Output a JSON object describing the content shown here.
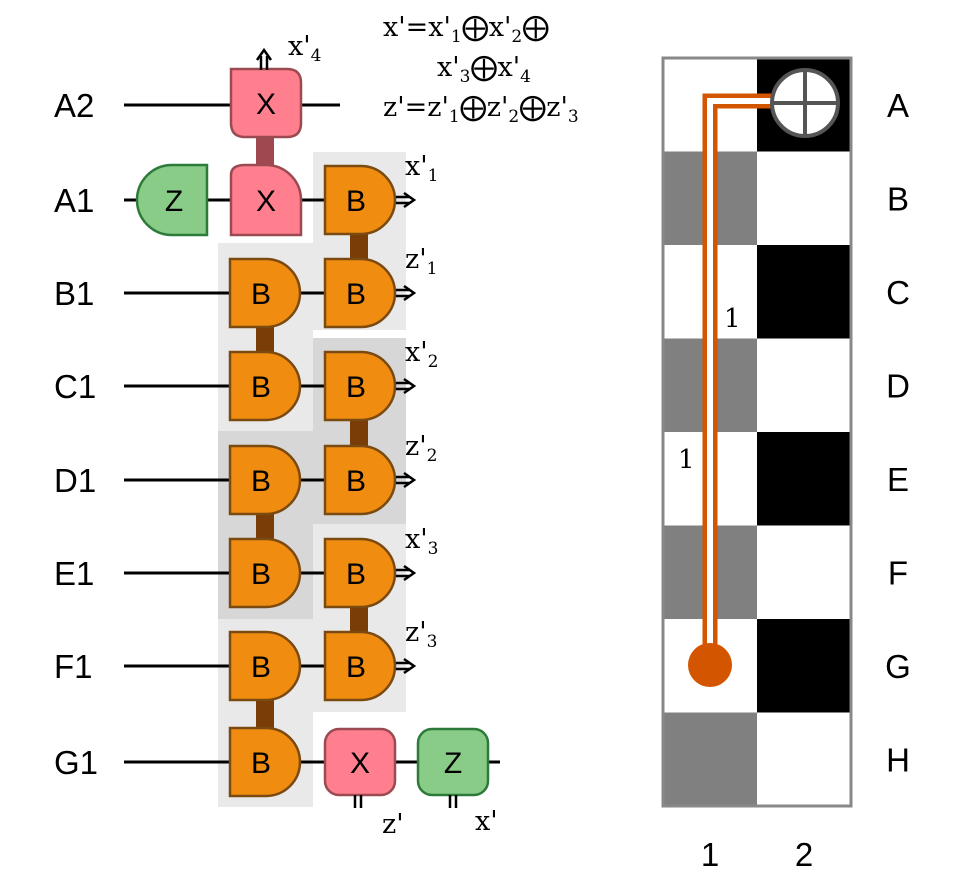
{
  "rows": [
    {
      "label": "A2"
    },
    {
      "label": "A1"
    },
    {
      "label": "B1"
    },
    {
      "label": "C1"
    },
    {
      "label": "D1"
    },
    {
      "label": "E1"
    },
    {
      "label": "F1"
    },
    {
      "label": "G1"
    }
  ],
  "gates": {
    "x": "X",
    "z": "Z",
    "b": "B"
  },
  "outputs": [
    {
      "base": "x'",
      "sub": "1"
    },
    {
      "base": "z'",
      "sub": "1"
    },
    {
      "base": "x'",
      "sub": "2"
    },
    {
      "base": "z'",
      "sub": "2"
    },
    {
      "base": "x'",
      "sub": "3"
    },
    {
      "base": "z'",
      "sub": "3"
    }
  ],
  "top_output": {
    "base": "x'",
    "sub": "4"
  },
  "bottom_outputs": {
    "z": "z'",
    "x": "x'"
  },
  "formulas": {
    "line1": [
      "x'=x'",
      "1",
      "⨁x'",
      "2",
      "⨁"
    ],
    "line2": [
      "x'",
      "3",
      "⨁x'",
      "4"
    ],
    "line3": [
      "z'=z'",
      "1",
      "⨁z'",
      "2",
      "⨁z'",
      "3"
    ]
  },
  "grid": {
    "rows": [
      "A",
      "B",
      "C",
      "D",
      "E",
      "F",
      "G",
      "H"
    ],
    "cols": [
      "1",
      "2"
    ],
    "path_labels": [
      "1",
      "1"
    ],
    "colors": {
      "black": "#000000",
      "gray": "#808080",
      "white": "#ffffff",
      "path": "#d45500",
      "x_gate": "#ff7f8f",
      "z_gate": "#88cc88",
      "b_gate": "#f08c10"
    }
  }
}
